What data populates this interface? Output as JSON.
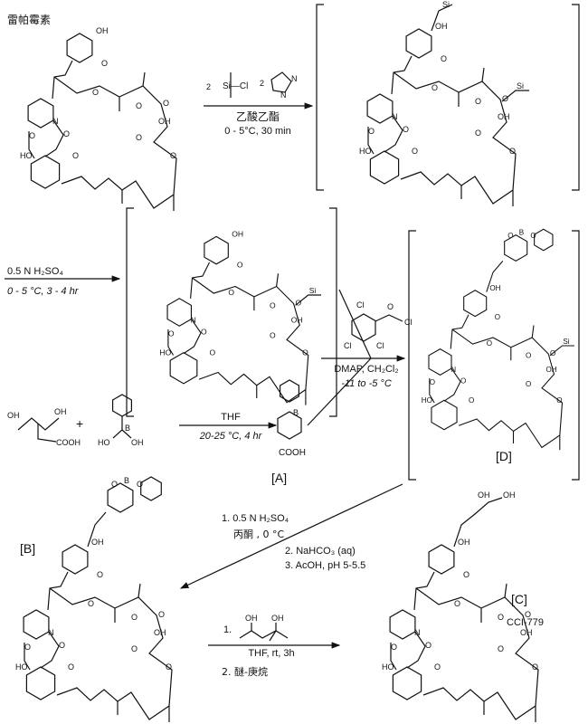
{
  "compounds": {
    "rapamycin": {
      "name": "雷帕霉素"
    },
    "A": {
      "label": "[A]",
      "group": "COOH"
    },
    "B": {
      "label": "[B]"
    },
    "C": {
      "label": "[C]",
      "code": "CCI-779"
    },
    "D": {
      "label": "[D]"
    }
  },
  "atom_labels": [
    "OH",
    "O",
    "N",
    "O",
    "O",
    "O",
    "HO",
    "O",
    "O",
    "O",
    "OH",
    "O",
    "O"
  ],
  "silyl_labels": [
    "Si",
    "O"
  ],
  "boronate_labels": [
    "O",
    "B",
    "O"
  ],
  "reactions": {
    "step1": {
      "reagent1_coef": "2",
      "reagent1": "Si—Cl",
      "reagent2_coef": "2",
      "reagent2_atoms": [
        "N",
        "N",
        "H"
      ],
      "solvent": "乙酸乙酯",
      "conditions": "0 - 5°C, 30 min"
    },
    "step2": {
      "reagent": "0.5 N H₂SO₄",
      "conditions": "0 - 5 °C, 3 - 4 hr"
    },
    "step3": {
      "plus": "+",
      "diol_acid_atoms": [
        "OH",
        "OH",
        "COOH"
      ],
      "boronic_atoms": [
        "B",
        "HO",
        "OH"
      ],
      "solvent": "THF",
      "conditions": "20-25 °C, 4 hr"
    },
    "step4": {
      "reagent_atoms": [
        "Cl",
        "O",
        "Cl",
        "Cl",
        "Cl"
      ],
      "reagents": "DMAP, CH₂Cl₂",
      "conditions": "-11 to -5 °C"
    },
    "step5": {
      "line1": "1. 0.5 N H₂SO₄",
      "line1b": "丙酮 , 0 °C",
      "line2": "2. NaHCO₃ (aq)",
      "line3": "3. AcOH, pH 5-5.5"
    },
    "step6": {
      "line1": "1.",
      "diol_atoms": [
        "OH",
        "OH"
      ],
      "conditions": "THF, rt, 3h",
      "line2": "2. 醚-庚烷"
    }
  }
}
